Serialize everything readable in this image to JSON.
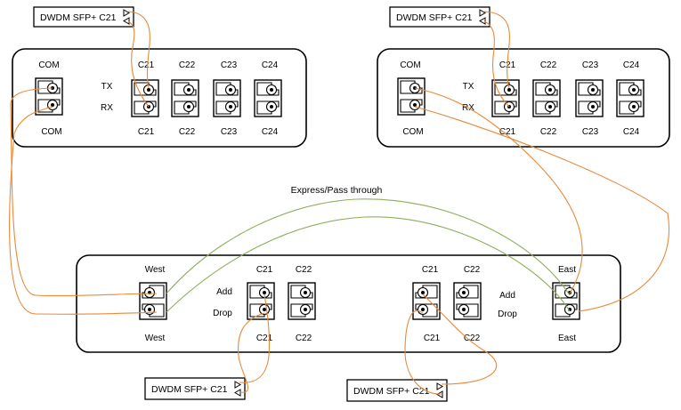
{
  "sfp_modules": {
    "top_left": "DWDM SFP+ C21",
    "top_right": "DWDM SFP+ C21",
    "bottom_left": "DWDM SFP+ C21",
    "bottom_right": "DWDM SFP+ C21"
  },
  "mux_left": {
    "com_top": "COM",
    "com_bottom": "COM",
    "tx": "TX",
    "rx": "RX",
    "channels_top": [
      "C21",
      "C22",
      "C23",
      "C24"
    ],
    "channels_bottom": [
      "C21",
      "C22",
      "C23",
      "C24"
    ]
  },
  "mux_right": {
    "com_top": "COM",
    "com_bottom": "COM",
    "tx": "TX",
    "rx": "RX",
    "channels_top": [
      "C21",
      "C22",
      "C23",
      "C24"
    ],
    "channels_bottom": [
      "C21",
      "C22",
      "C23",
      "C24"
    ]
  },
  "oadm": {
    "west_top": "West",
    "west_bottom": "West",
    "east_top": "East",
    "east_bottom": "East",
    "west_channels_top": [
      "C21",
      "C22"
    ],
    "west_channels_bottom": [
      "C21",
      "C22"
    ],
    "east_channels_top": [
      "C21",
      "C22"
    ],
    "east_channels_bottom": [
      "C21",
      "C22"
    ],
    "add_left": "Add",
    "drop_left": "Drop",
    "add_right": "Add",
    "drop_right": "Drop"
  },
  "express_label": "Express/Pass through",
  "colors": {
    "fiber_orange": "#e8893a",
    "fiber_green": "#8fae5a",
    "outline": "#000000"
  }
}
